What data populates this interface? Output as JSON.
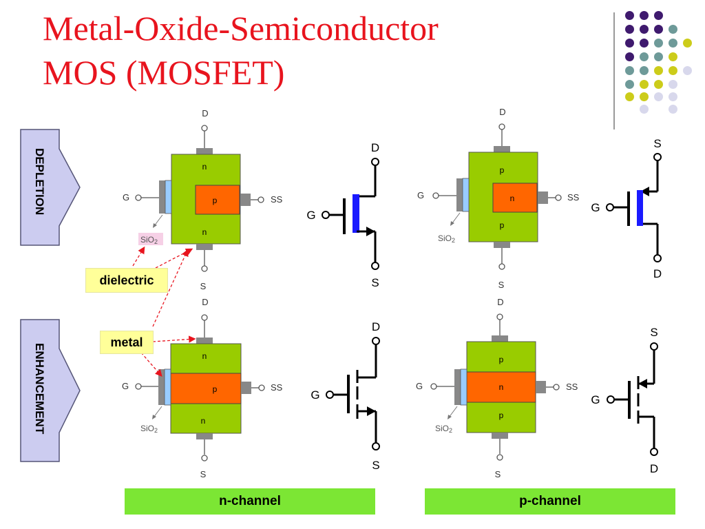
{
  "title": {
    "line1": "Metal-Oxide-Semiconductor",
    "line2": "MOS (MOSFET)"
  },
  "modes": {
    "depletion": "DEPLETION",
    "enhancement": "ENHANCEMENT"
  },
  "callouts": {
    "dielectric": "dielectric",
    "metal": "metal"
  },
  "channels": {
    "n": "n-channel",
    "p": "p-channel"
  },
  "terminals": {
    "drain": "D",
    "source": "S",
    "gate": "G",
    "substrate": "SS",
    "oxide": "SiO",
    "oxide_sub": "2"
  },
  "regions": {
    "n": "n",
    "p": "p"
  },
  "colors": {
    "title": "#e8141e",
    "body": "#99cc00",
    "inner": "#ff6600",
    "oxide": "#99ccff",
    "gate_blue": "#1a1aff",
    "callout": "#ffff99",
    "label_bar": "#7ce634",
    "mode_arrow": "#ccccf0",
    "dot_purple": "#3f1a6e",
    "dot_teal": "#6e9a99",
    "dot_yellow": "#cccc1a",
    "dot_lavender": "#d8d8ec"
  }
}
